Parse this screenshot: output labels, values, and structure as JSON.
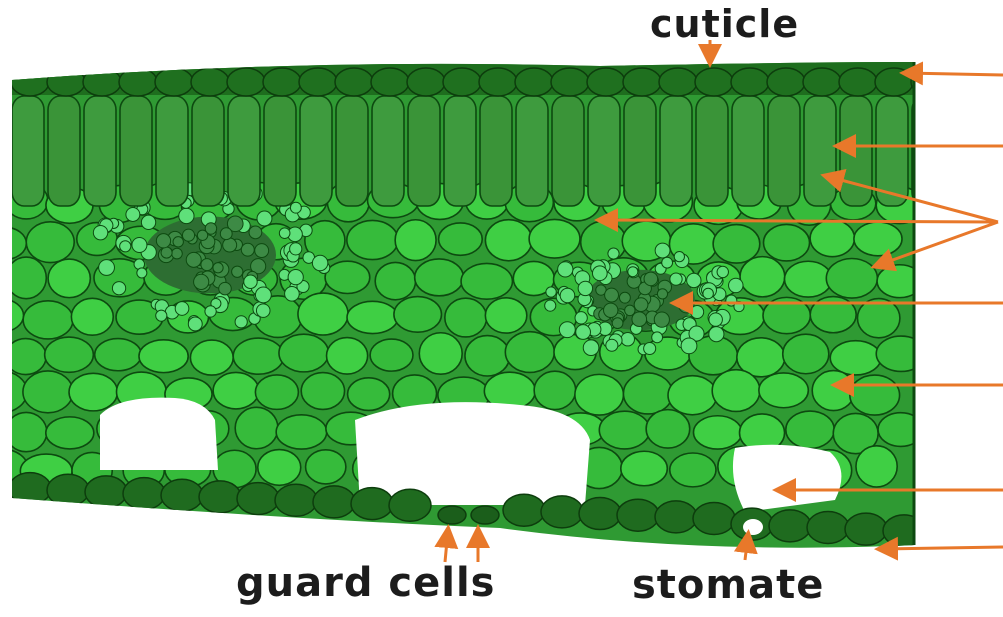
{
  "labels": {
    "cuticle": "cuticle",
    "guard_cells": "guard cells",
    "stomate": "stomate"
  },
  "colors": {
    "cuticle_epidermis": "#1e6e1e",
    "palisade": "#3c9a3c",
    "spongy": "#37c23a",
    "vein": "#2e7d3a",
    "air_space": "#ffffff",
    "arrow": "#e8782a",
    "cell_wall": "#0d4a10"
  }
}
